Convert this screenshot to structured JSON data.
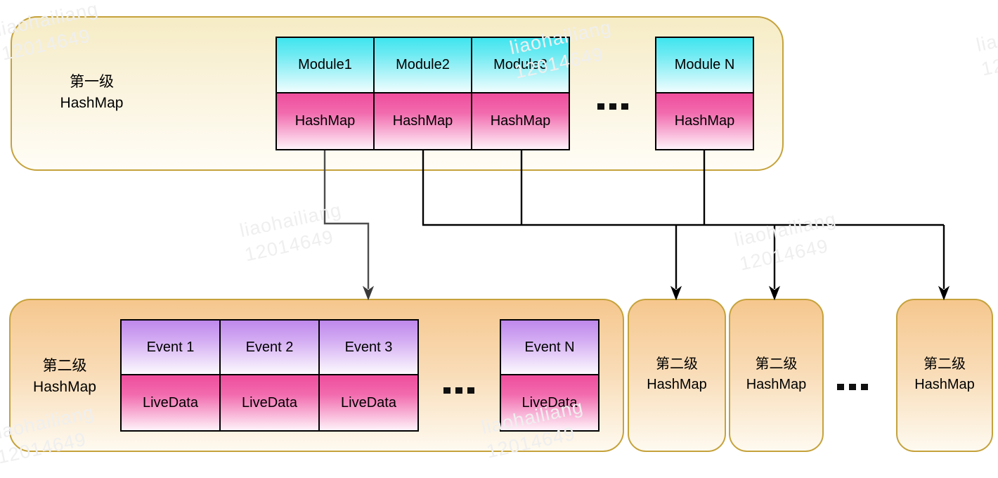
{
  "watermark": {
    "line1": "liaohailiang",
    "line2": "12014649"
  },
  "colors": {
    "container_border": "#c5a23c",
    "level1_fill_top": "#f6ecc5",
    "level2_fill_top": "#f6c78e",
    "module_cell_top": "#3fe5ef",
    "hashmap_cell_top": "#ef4d9d",
    "event_cell_top": "#be88ec",
    "connector_black": "#000000",
    "connector_gray": "#4d4d4d"
  },
  "level1": {
    "label_line1": "第一级",
    "label_line2": "HashMap",
    "ellipsis": "...",
    "modules": [
      {
        "key": "Module1",
        "value": "HashMap"
      },
      {
        "key": "Module2",
        "value": "HashMap"
      },
      {
        "key": "Module3",
        "value": "HashMap"
      },
      {
        "key": "Module N",
        "value": "HashMap"
      }
    ]
  },
  "level2_main": {
    "label_line1": "第二级",
    "label_line2": "HashMap",
    "ellipsis": "...",
    "events": [
      {
        "key": "Event 1",
        "value": "LiveData"
      },
      {
        "key": "Event 2",
        "value": "LiveData"
      },
      {
        "key": "Event 3",
        "value": "LiveData"
      },
      {
        "key": "Event N",
        "value": "LiveData"
      }
    ]
  },
  "level2_small": {
    "ellipsis": "...",
    "items": [
      {
        "line1": "第二级",
        "line2": "HashMap"
      },
      {
        "line1": "第二级",
        "line2": "HashMap"
      },
      {
        "line1": "第二级",
        "line2": "HashMap"
      }
    ]
  }
}
